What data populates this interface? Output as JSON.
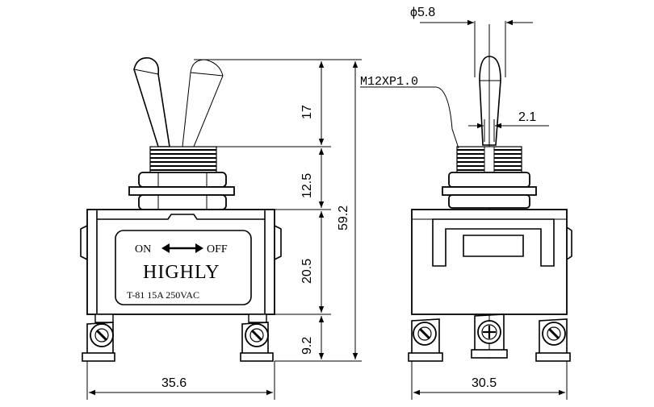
{
  "dimensions": {
    "lever_height": "17",
    "bushing_height": "12.5",
    "body_height": "20.5",
    "terminal_height": "9.2",
    "total_height": "59.2",
    "front_width": "35.6",
    "side_width": "30.5",
    "lever_diameter": "ϕ5.8",
    "flat_width": "2.1"
  },
  "thread_label": "M12XP1.0",
  "plate": {
    "on": "ON",
    "off": "OFF",
    "brand": "HIGHLY",
    "rating": "T-81 15A 250VAC"
  }
}
